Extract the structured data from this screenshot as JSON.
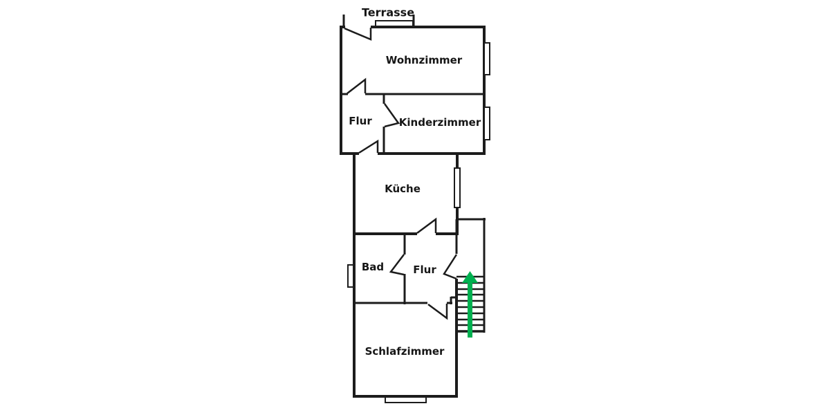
{
  "plan": {
    "rooms": {
      "terrasse": "Terrasse",
      "wohnzimmer": "Wohnzimmer",
      "flur_upper": "Flur",
      "kinderzimmer": "Kinderzimmer",
      "kueche": "Küche",
      "bad": "Bad",
      "flur_lower": "Flur",
      "schlafzimmer": "Schlafzimmer"
    },
    "stairs": {
      "steps": 9,
      "direction_arrow": "up",
      "arrow_color": "#00B050"
    },
    "colors": {
      "walls": "#1c1c1c",
      "background": "#ffffff"
    }
  }
}
